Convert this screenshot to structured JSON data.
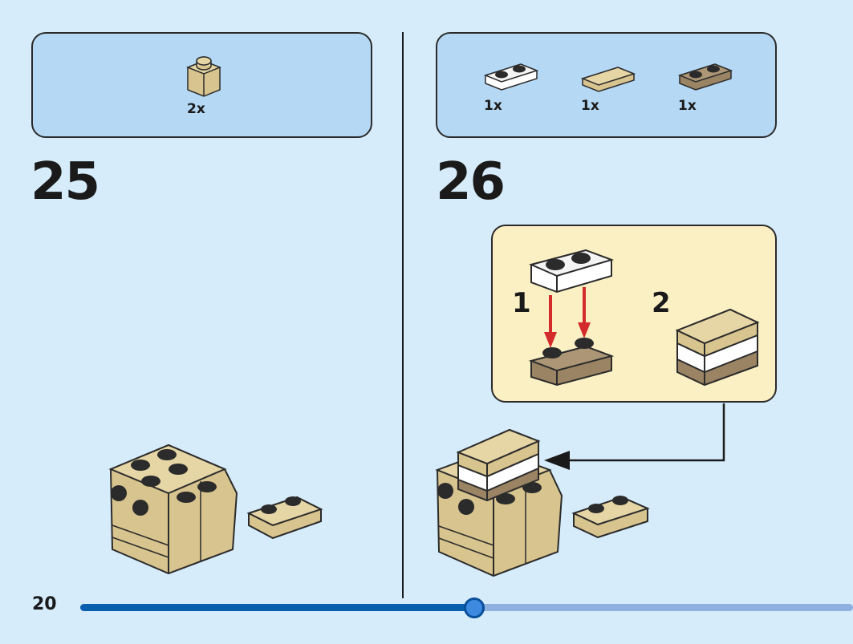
{
  "page": {
    "number": "20",
    "progress_fraction": 0.51
  },
  "steps": [
    {
      "number": "25",
      "parts": [
        {
          "name": "tan-brick-1x1",
          "qty": "2x"
        }
      ]
    },
    {
      "number": "26",
      "parts": [
        {
          "name": "white-plate-1x2",
          "qty": "1x"
        },
        {
          "name": "tan-tile-1x2",
          "qty": "1x"
        },
        {
          "name": "dark-tan-plate-1x2",
          "qty": "1x"
        }
      ],
      "sub_steps": [
        {
          "label": "1"
        },
        {
          "label": "2"
        }
      ]
    }
  ],
  "colors": {
    "page_bg": "#d6ecfb",
    "parts_box": "#b5d8f4",
    "sub_box": "#fbf0c4",
    "tan": "#d8c48e",
    "dark_tan": "#9a8464",
    "arrow_red": "#d32b2b",
    "progress_fill": "#0a5eae",
    "progress_track": "#8fb1e0"
  }
}
